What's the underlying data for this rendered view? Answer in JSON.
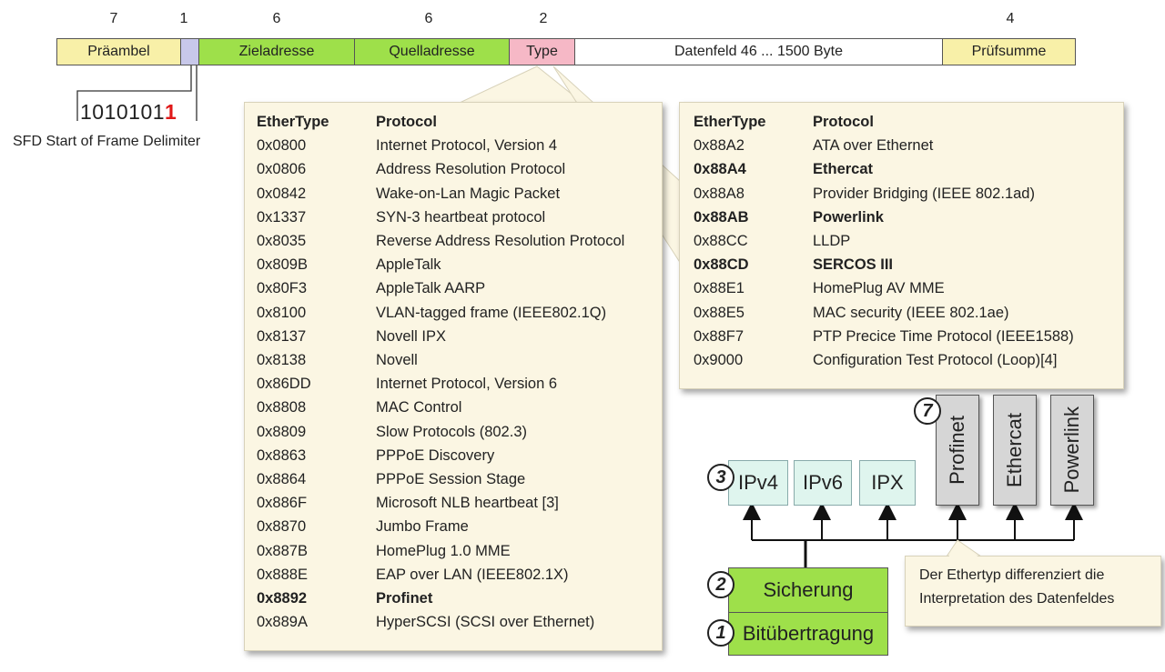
{
  "frame": {
    "lengths": [
      "7",
      "1",
      "6",
      "6",
      "2",
      "4"
    ],
    "fields": {
      "praeambel": "Präambel",
      "sfd": "",
      "ziel": "Zieladresse",
      "quelle": "Quelladresse",
      "type": "Type",
      "daten": "Datenfeld 46 ... 1500 Byte",
      "pruef": "Prüfsumme"
    },
    "colors": {
      "praeambel": "#f8f0a8",
      "sfd": "#c8c8ea",
      "address": "#9ee04a",
      "type": "#f6b8c6",
      "daten": "#ffffff",
      "pruef": "#f8f0a8"
    }
  },
  "sfd": {
    "bits": "1010101",
    "last_bit": "1",
    "last_bit_color": "#e01818",
    "label": "SFD Start of Frame Delimiter"
  },
  "table_left": {
    "header": [
      "EtherType",
      "Protocol"
    ],
    "rows": [
      {
        "code": "0x0800",
        "protocol": "Internet Protocol, Version 4"
      },
      {
        "code": "0x0806",
        "protocol": "Address Resolution Protocol"
      },
      {
        "code": "0x0842",
        "protocol": "Wake-on-Lan Magic Packet"
      },
      {
        "code": "0x1337",
        "protocol": "SYN-3 heartbeat protocol"
      },
      {
        "code": "0x8035",
        "protocol": "Reverse Address Resolution Protocol"
      },
      {
        "code": "0x809B",
        "protocol": "AppleTalk"
      },
      {
        "code": "0x80F3",
        "protocol": "AppleTalk AARP"
      },
      {
        "code": "0x8100",
        "protocol": "VLAN-tagged frame (IEEE802.1Q)"
      },
      {
        "code": "0x8137",
        "protocol": "Novell IPX"
      },
      {
        "code": "0x8138",
        "protocol": "Novell"
      },
      {
        "code": "0x86DD",
        "protocol": "Internet Protocol, Version 6"
      },
      {
        "code": "0x8808",
        "protocol": "MAC Control"
      },
      {
        "code": "0x8809",
        "protocol": "Slow Protocols (802.3)"
      },
      {
        "code": "0x8863",
        "protocol": "PPPoE Discovery"
      },
      {
        "code": "0x8864",
        "protocol": "PPPoE Session Stage"
      },
      {
        "code": "0x886F",
        "protocol": "Microsoft NLB heartbeat [3]"
      },
      {
        "code": "0x8870",
        "protocol": "Jumbo Frame"
      },
      {
        "code": "0x887B",
        "protocol": "HomePlug 1.0 MME"
      },
      {
        "code": "0x888E",
        "protocol": "EAP over LAN (IEEE802.1X)"
      },
      {
        "code": "0x8892",
        "protocol": "Profinet",
        "bold": true
      },
      {
        "code": "0x889A",
        "protocol": "HyperSCSI (SCSI over Ethernet)"
      }
    ]
  },
  "table_right": {
    "header": [
      "EtherType",
      "Protocol"
    ],
    "rows": [
      {
        "code": "0x88A2",
        "protocol": "ATA over Ethernet"
      },
      {
        "code": "0x88A4",
        "protocol": "Ethercat",
        "bold": true
      },
      {
        "code": "0x88A8",
        "protocol": "Provider Bridging (IEEE 802.1ad)"
      },
      {
        "code": "0x88AB",
        "protocol": "Powerlink",
        "bold": true
      },
      {
        "code": "0x88CC",
        "protocol": "LLDP"
      },
      {
        "code": "0x88CD",
        "protocol": "SERCOS III",
        "bold": true
      },
      {
        "code": "0x88E1",
        "protocol": "HomePlug AV MME"
      },
      {
        "code": "0x88E5",
        "protocol": "MAC security (IEEE 802.1ae)"
      },
      {
        "code": "0x88F7",
        "protocol": "PTP Precice Time Protocol (IEEE1588)"
      },
      {
        "code": "0x9000",
        "protocol": "Configuration Test Protocol (Loop)[4]"
      }
    ]
  },
  "stack": {
    "layer3": [
      "IPv4",
      "IPv6",
      "IPX"
    ],
    "layer7": [
      "Profinet",
      "Ethercat",
      "Powerlink"
    ],
    "sicherung": "Sicherung",
    "bit": "Bitübertragung",
    "markers": {
      "l1": "1",
      "l2": "2",
      "l3": "3",
      "l7": "7"
    },
    "colors": {
      "layer3": "#dff5ee",
      "layer7": "#d6d6d6",
      "lower": "#9ee04a"
    }
  },
  "note": {
    "line1": "Der Ethertyp differenziert die",
    "line2": "Interpretation des Datenfeldes"
  }
}
